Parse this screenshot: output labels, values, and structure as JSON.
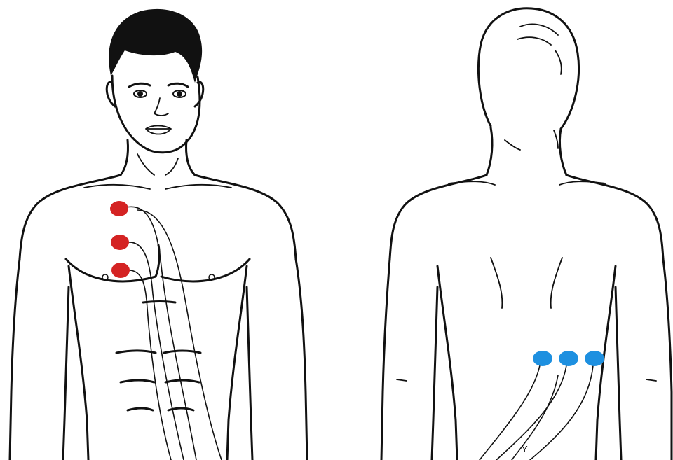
{
  "figure": {
    "front_view": {
      "electrode_color": "#d42323",
      "electrode_count": 3
    },
    "back_view": {
      "electrode_color": "#1e90e0",
      "electrode_count": 3
    },
    "wire_junction_label": "Y"
  }
}
